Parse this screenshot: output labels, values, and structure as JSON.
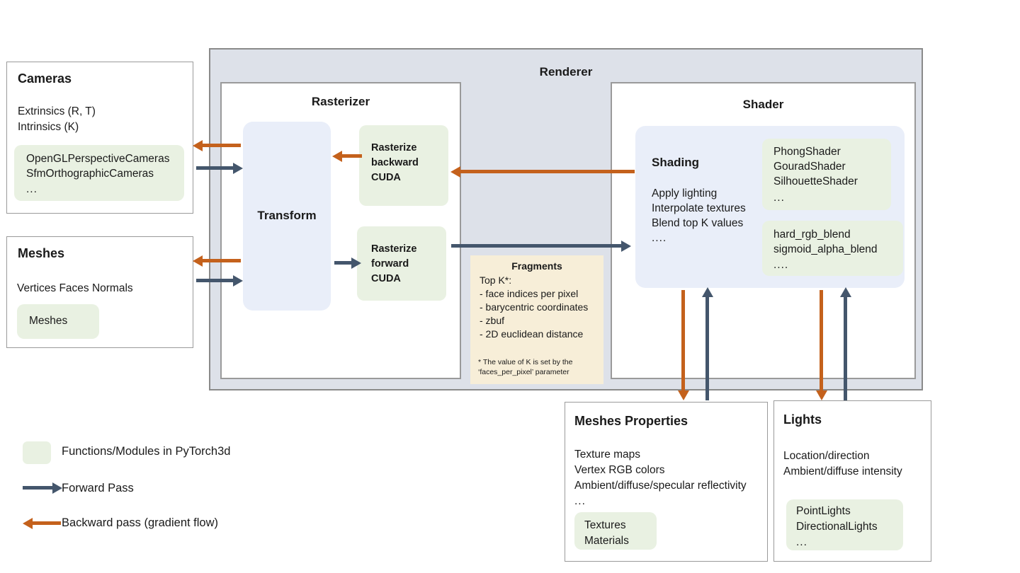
{
  "colors": {
    "forward": "#44566c",
    "backward": "#c4611c",
    "module_green": "#e9f1e2",
    "panel_blue": "#e9eef9",
    "renderer_gray": "#dde1e9",
    "fragments_cream": "#f7eed8"
  },
  "renderer": {
    "title": "Renderer"
  },
  "cameras": {
    "title": "Cameras",
    "lines": [
      "Extrinsics (R, T)",
      "Intrinsics (K)"
    ],
    "module": [
      "OpenGLPerspectiveCameras",
      "SfmOrthographicCameras",
      "..."
    ]
  },
  "meshes": {
    "title": "Meshes",
    "lines": [
      "Vertices   Faces   Normals"
    ],
    "module": [
      "Meshes"
    ]
  },
  "rasterizer": {
    "title": "Rasterizer",
    "transform": "Transform",
    "backward_block": [
      "Rasterize",
      "backward",
      "CUDA"
    ],
    "forward_block": [
      "Rasterize",
      "forward",
      "CUDA"
    ]
  },
  "fragments": {
    "title": "Fragments",
    "lines": [
      "Top K*:",
      "- face indices per pixel",
      "- barycentric coordinates",
      "- zbuf",
      "- 2D euclidean distance"
    ],
    "note": [
      "* The value of K is set by the",
      "‘faces_per_pixel’ parameter"
    ]
  },
  "shader": {
    "title": "Shader",
    "shading_title": "Shading",
    "shading_lines": [
      "Apply lighting",
      "Interpolate textures",
      "Blend top K values",
      "...."
    ],
    "module_shaders": [
      "PhongShader",
      "GouradShader",
      "SilhouetteShader",
      "..."
    ],
    "module_blends": [
      "hard_rgb_blend",
      "sigmoid_alpha_blend",
      "...."
    ]
  },
  "mesh_properties": {
    "title": "Meshes Properties",
    "lines": [
      "Texture maps",
      "Vertex RGB colors",
      "Ambient/diffuse/specular reflectivity",
      "..."
    ],
    "module": [
      "Textures",
      "Materials"
    ]
  },
  "lights": {
    "title": "Lights",
    "lines": [
      "Location/direction",
      "Ambient/diffuse intensity"
    ],
    "module": [
      "PointLights",
      "DirectionalLights",
      "..."
    ]
  },
  "legend": {
    "swatch_label": "Functions/Modules in PyTorch3d",
    "forward_label": "Forward Pass",
    "backward_label": "Backward pass (gradient flow)"
  }
}
